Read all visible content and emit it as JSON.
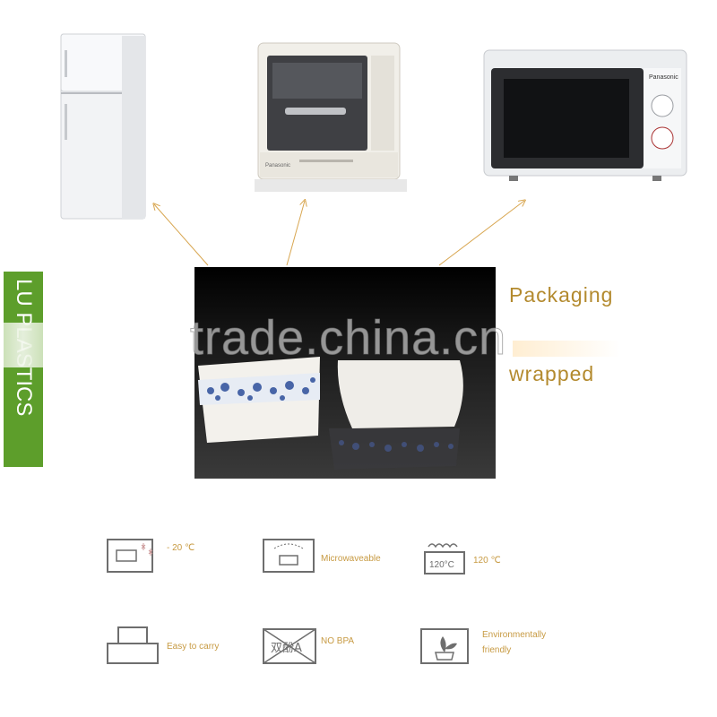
{
  "brand_tab": "LU PLASTICS",
  "watermark": "trade.china.cn",
  "heading_packaging": "Packaging",
  "heading_wrapped": "wrapped",
  "fridge_icon": "refrigerator",
  "dishwasher_icon": "dishwasher",
  "microwave_icon": "microwave-oven",
  "microwave_brand": "Panasonic",
  "dishwasher_brand": "Panasonic",
  "features": [
    {
      "icon": "freezer-icon",
      "label": "- 20 ℃"
    },
    {
      "icon": "microwave-icon",
      "label": "Microwaveable"
    },
    {
      "icon": "heat-icon",
      "label": "120 ℃",
      "badge": "120°C"
    },
    {
      "icon": "carry-box-icon",
      "label": "Easy to carry"
    },
    {
      "icon": "no-bpa-icon",
      "label": "NO BPA",
      "badge": "双酚A"
    },
    {
      "icon": "eco-icon",
      "label": "Environmentally friendly"
    }
  ],
  "colors": {
    "accent_gold": "#b38a2e",
    "brand_green": "#5d9e2b",
    "icon_gray": "#6e6e6e"
  }
}
